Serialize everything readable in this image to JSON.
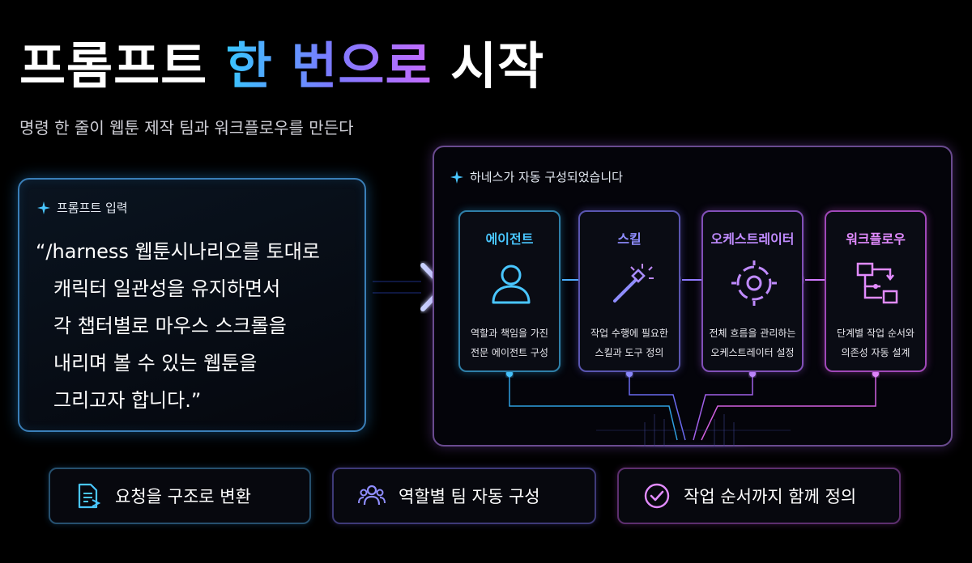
{
  "header": {
    "title_part1": "프롬프트 ",
    "title_highlight": "한 번으로",
    "title_part2": " 시작",
    "subtitle": "명령 한 줄이 웹툰 제작 팀과 워크플로우를 만든다"
  },
  "prompt": {
    "label": "프롬프트 입력",
    "lines": [
      "“/harness 웹툰시나리오를 토대로",
      "캐릭터 일관성을 유지하면서",
      "각 챕터별로 마우스 스크롤을",
      "내리며 볼 수 있는 웹툰을",
      "그리고자 합니다.”"
    ]
  },
  "harness": {
    "label": "하네스가 자동 구성되었습니다",
    "cards": [
      {
        "title": "에이전트",
        "icon": "person-icon",
        "desc": [
          "역할과 책임을 가진",
          "전문 에이전트 구성"
        ]
      },
      {
        "title": "스킬",
        "icon": "magic-wand-icon",
        "desc": [
          "작업 수행에 필요한",
          "스킬과 도구 정의"
        ]
      },
      {
        "title": "오케스트레이터",
        "icon": "target-icon",
        "desc": [
          "전체 흐름을 관리하는",
          "오케스트레이터 설정"
        ]
      },
      {
        "title": "워크플로우",
        "icon": "workflow-icon",
        "desc": [
          "단계별 작업 순서와",
          "의존성 자동 설계"
        ]
      }
    ]
  },
  "features": [
    {
      "label": "요청을 구조로 변환",
      "icon": "document-icon"
    },
    {
      "label": "역할별 팀 자동 구성",
      "icon": "team-icon"
    },
    {
      "label": "작업 순서까지 함께 정의",
      "icon": "check-circle-icon"
    }
  ],
  "colors": {
    "cyan": "#38c6ff",
    "indigo": "#8f8dff",
    "purple": "#c08bff",
    "magenta": "#e28bff"
  }
}
